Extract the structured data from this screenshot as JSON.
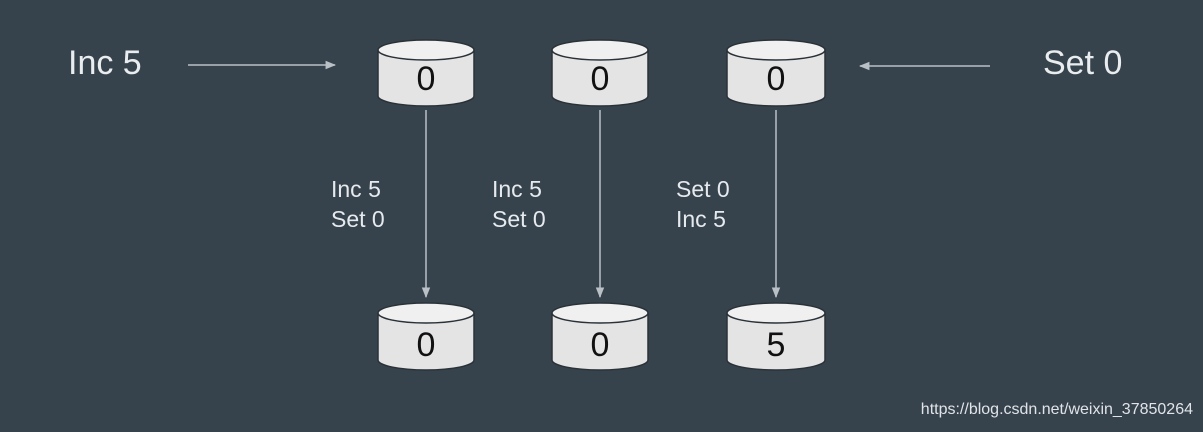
{
  "left_op": "Inc 5",
  "right_op": "Set 0",
  "columns": [
    {
      "top": "0",
      "bottom": "0",
      "ops": [
        "Inc 5",
        "Set 0"
      ]
    },
    {
      "top": "0",
      "bottom": "0",
      "ops": [
        "Inc 5",
        "Set 0"
      ]
    },
    {
      "top": "0",
      "bottom": "5",
      "ops": [
        "Set 0",
        "Inc 5"
      ]
    }
  ],
  "watermark": "https://blog.csdn.net/weixin_37850264",
  "colors": {
    "background": "#37434c",
    "cylinder": "#e4e4e4",
    "arrow": "#b9c0c6",
    "text": "#e9edf0"
  }
}
